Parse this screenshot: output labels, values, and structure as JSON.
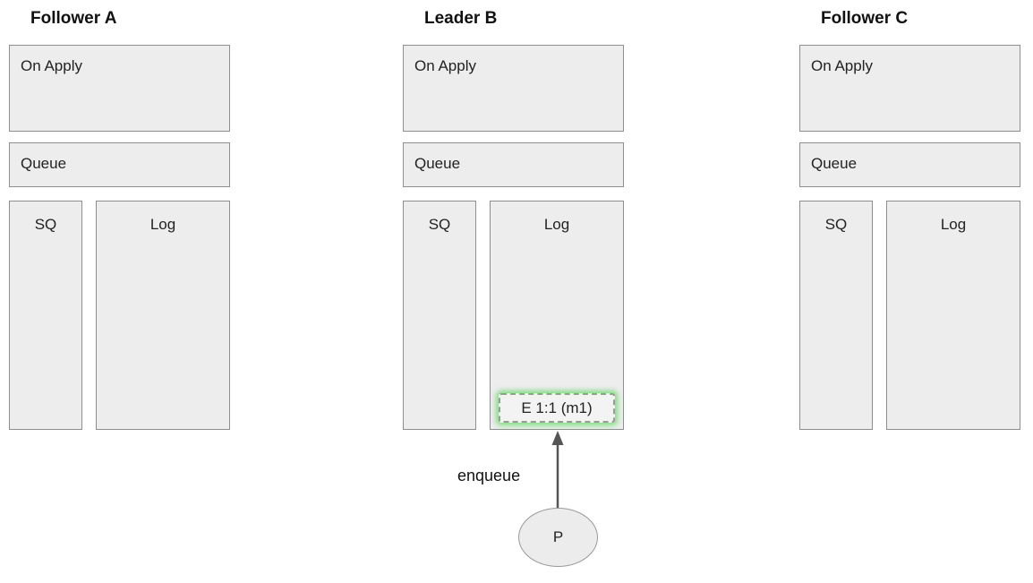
{
  "diagram": {
    "nodes": [
      {
        "title": "Follower A",
        "on_apply_label": "On Apply",
        "queue_label": "Queue",
        "sq_label": "SQ",
        "log_label": "Log"
      },
      {
        "title": "Leader B",
        "on_apply_label": "On Apply",
        "queue_label": "Queue",
        "sq_label": "SQ",
        "log_label": "Log",
        "log_entry": "E 1:1 (m1)"
      },
      {
        "title": "Follower C",
        "on_apply_label": "On Apply",
        "queue_label": "Queue",
        "sq_label": "SQ",
        "log_label": "Log"
      }
    ],
    "enqueue_label": "enqueue",
    "producer_label": "P",
    "colors": {
      "background": "#ffffff",
      "box_fill": "#ededed",
      "box_border": "#8e8e8e",
      "entry_fill": "#f3f3f3",
      "entry_border": "#9a9a9a",
      "entry_glow": "#6edc6e",
      "arrow": "#555555"
    }
  }
}
